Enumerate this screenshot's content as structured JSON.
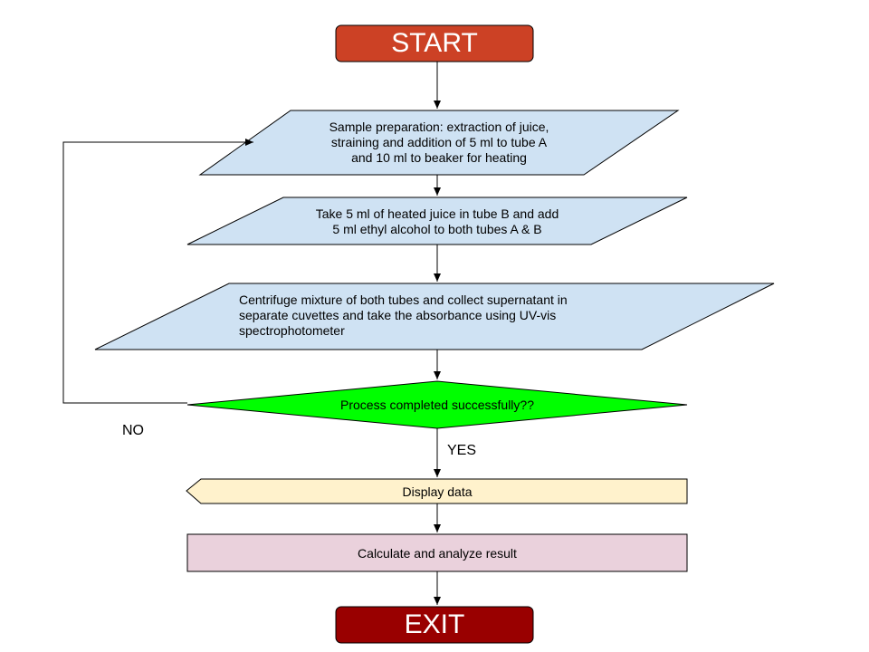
{
  "nodes": {
    "start": {
      "text": "START",
      "fill": "#cc4125"
    },
    "sample_prep": {
      "line1": "Sample preparation: extraction of juice,",
      "line2": "straining and addition of 5 ml to tube A",
      "line3": "and 10 ml to beaker for heating",
      "fill": "#cfe2f3"
    },
    "heated_juice": {
      "line1": "Take 5 ml of heated juice in  tube B and add",
      "line2": "5 ml ethyl alcohol to both tubes A & B",
      "fill": "#cfe2f3"
    },
    "centrifuge": {
      "line1": "Centrifuge mixture of both tubes and collect supernatant in",
      "line2": "separate cuvettes and take the absorbance using UV-vis",
      "line3": "spectrophotometer",
      "fill": "#cfe2f3"
    },
    "decision": {
      "text": "Process completed successfully??",
      "fill": "#00ff00"
    },
    "display": {
      "text": "Display data",
      "fill": "#fff2cc"
    },
    "calculate": {
      "text": "Calculate and analyze result",
      "fill": "#ead1dc"
    },
    "exit": {
      "text": "EXIT",
      "fill": "#990000"
    }
  },
  "edges": {
    "no_label": "NO",
    "yes_label": "YES"
  }
}
